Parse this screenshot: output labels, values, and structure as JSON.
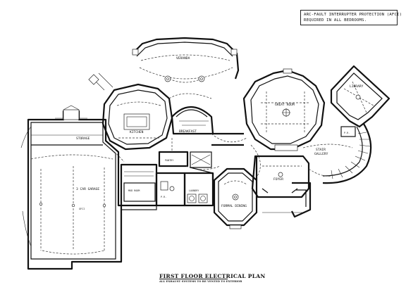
{
  "note": {
    "line1": "ARC-FAULT INTERRUPTER PROTECTION (AFCI)",
    "line2": "REQUIRED IN ALL BEDROOMS."
  },
  "title": "FIRST FLOOR ELECTRICAL PLAN",
  "subtitle": "ALL EXHAUST SYSTEMS TO BE VENTED TO EXTERIOR",
  "rooms": {
    "veranda": "VERANDA",
    "kitchen": "KITCHEN",
    "breakfast": "BREAKFAST",
    "great_room": "GREAT ROOM",
    "library": "LIBRARY",
    "pwdr": "P.R.",
    "storage": "STORAGE",
    "garage": "3 CAR GARAGE",
    "pantry": "PANTRY",
    "mud_room": "MUD ROOM",
    "powder": "P.R.",
    "laundry": "LAUNDRY",
    "formal_dining": "FORMAL DINING",
    "foyer": "FOYER",
    "stair_gallery_1": "STAIR",
    "stair_gallery_2": "GALLERY",
    "garage_note": "GFCI"
  }
}
